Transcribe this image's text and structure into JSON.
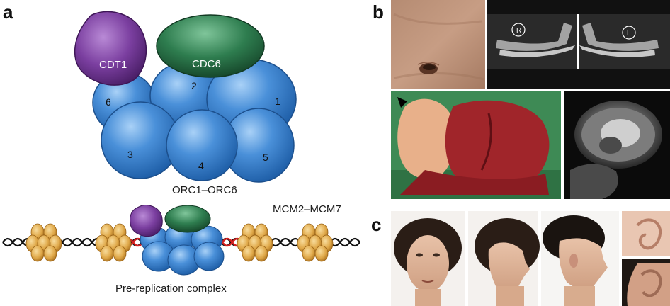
{
  "panels": {
    "a": {
      "letter": "a",
      "orc_subunits": [
        "1",
        "2",
        "3",
        "4",
        "5",
        "6"
      ],
      "cdt1_label": "CDT1",
      "cdc6_label": "CDC6",
      "orc_label": "ORC1–ORC6",
      "mcm_label": "MCM2–MCM7",
      "complex_label": "Pre-replication complex"
    },
    "b": {
      "letter": "b",
      "xray_markers": {
        "right": "R",
        "left": "L"
      }
    },
    "c": {
      "letter": "c"
    }
  },
  "colors": {
    "orc_blue": "#4a90d9",
    "cdt1_purple": "#7b3fa0",
    "cdc6_green": "#2e7d4f",
    "mcm_gold": "#e0a94a",
    "dna_red": "#d42020"
  }
}
